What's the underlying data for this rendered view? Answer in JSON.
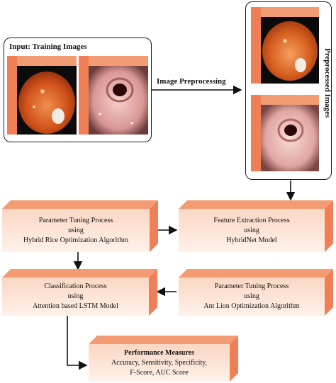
{
  "input_panel": {
    "title": "Input: Training Images",
    "images": [
      "endoscopy-image-1",
      "endoscopy-image-2"
    ]
  },
  "preprocess_arrow": {
    "label": "Image Preprocessing"
  },
  "output_panel": {
    "title": "Preprocessed Images",
    "images": [
      "preprocessed-endoscopy-image-1",
      "preprocessed-endoscopy-image-2"
    ]
  },
  "boxes": {
    "param_hybrid_rice": {
      "lines": [
        "Parameter Tuning Process",
        "using",
        "Hybrid Rice Optimization Algorithm"
      ]
    },
    "feature_extraction": {
      "lines": [
        "Feature Extraction Process",
        "using",
        "HybridNet Model"
      ]
    },
    "classification": {
      "lines": [
        "Classification Process",
        "using",
        "Attention based LSTM Model"
      ]
    },
    "param_ant_lion": {
      "lines": [
        "Parameter Tuning Process",
        "using",
        "Ant Lion Optimization Algorithm"
      ]
    },
    "performance": {
      "title": "Performance Measures",
      "lines": [
        "Accuracy, Sensitivity, Specificity,",
        "F-Score, AUC Score"
      ]
    }
  },
  "colors": {
    "box_top": "#f39c74",
    "box_side": "#f07f55",
    "box_face": "#fde6da"
  }
}
